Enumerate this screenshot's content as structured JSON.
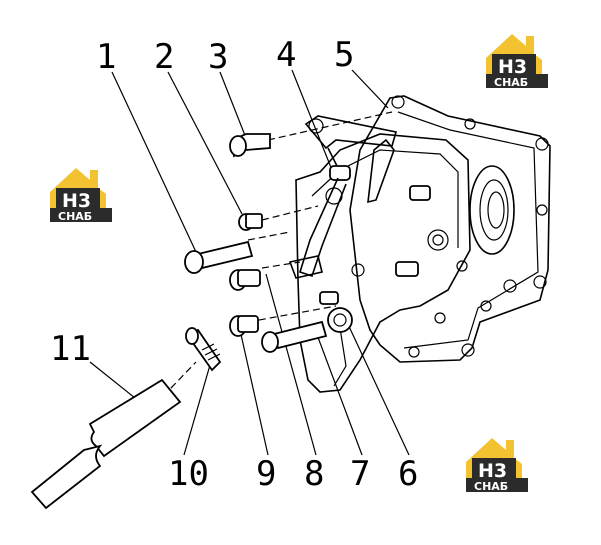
{
  "callouts": [
    {
      "id": "1",
      "label": "1"
    },
    {
      "id": "2",
      "label": "2"
    },
    {
      "id": "3",
      "label": "3"
    },
    {
      "id": "4",
      "label": "4"
    },
    {
      "id": "5",
      "label": "5"
    },
    {
      "id": "6",
      "label": "6"
    },
    {
      "id": "7",
      "label": "7"
    },
    {
      "id": "8",
      "label": "8"
    },
    {
      "id": "9",
      "label": "9"
    },
    {
      "id": "10",
      "label": "10"
    },
    {
      "id": "11",
      "label": "11"
    }
  ],
  "watermark": {
    "brand_top": "H3",
    "brand_bottom": "CHAБ",
    "colors": {
      "yellow": "#f2c230",
      "dark": "#2b2b2b",
      "white": "#ffffff"
    }
  }
}
